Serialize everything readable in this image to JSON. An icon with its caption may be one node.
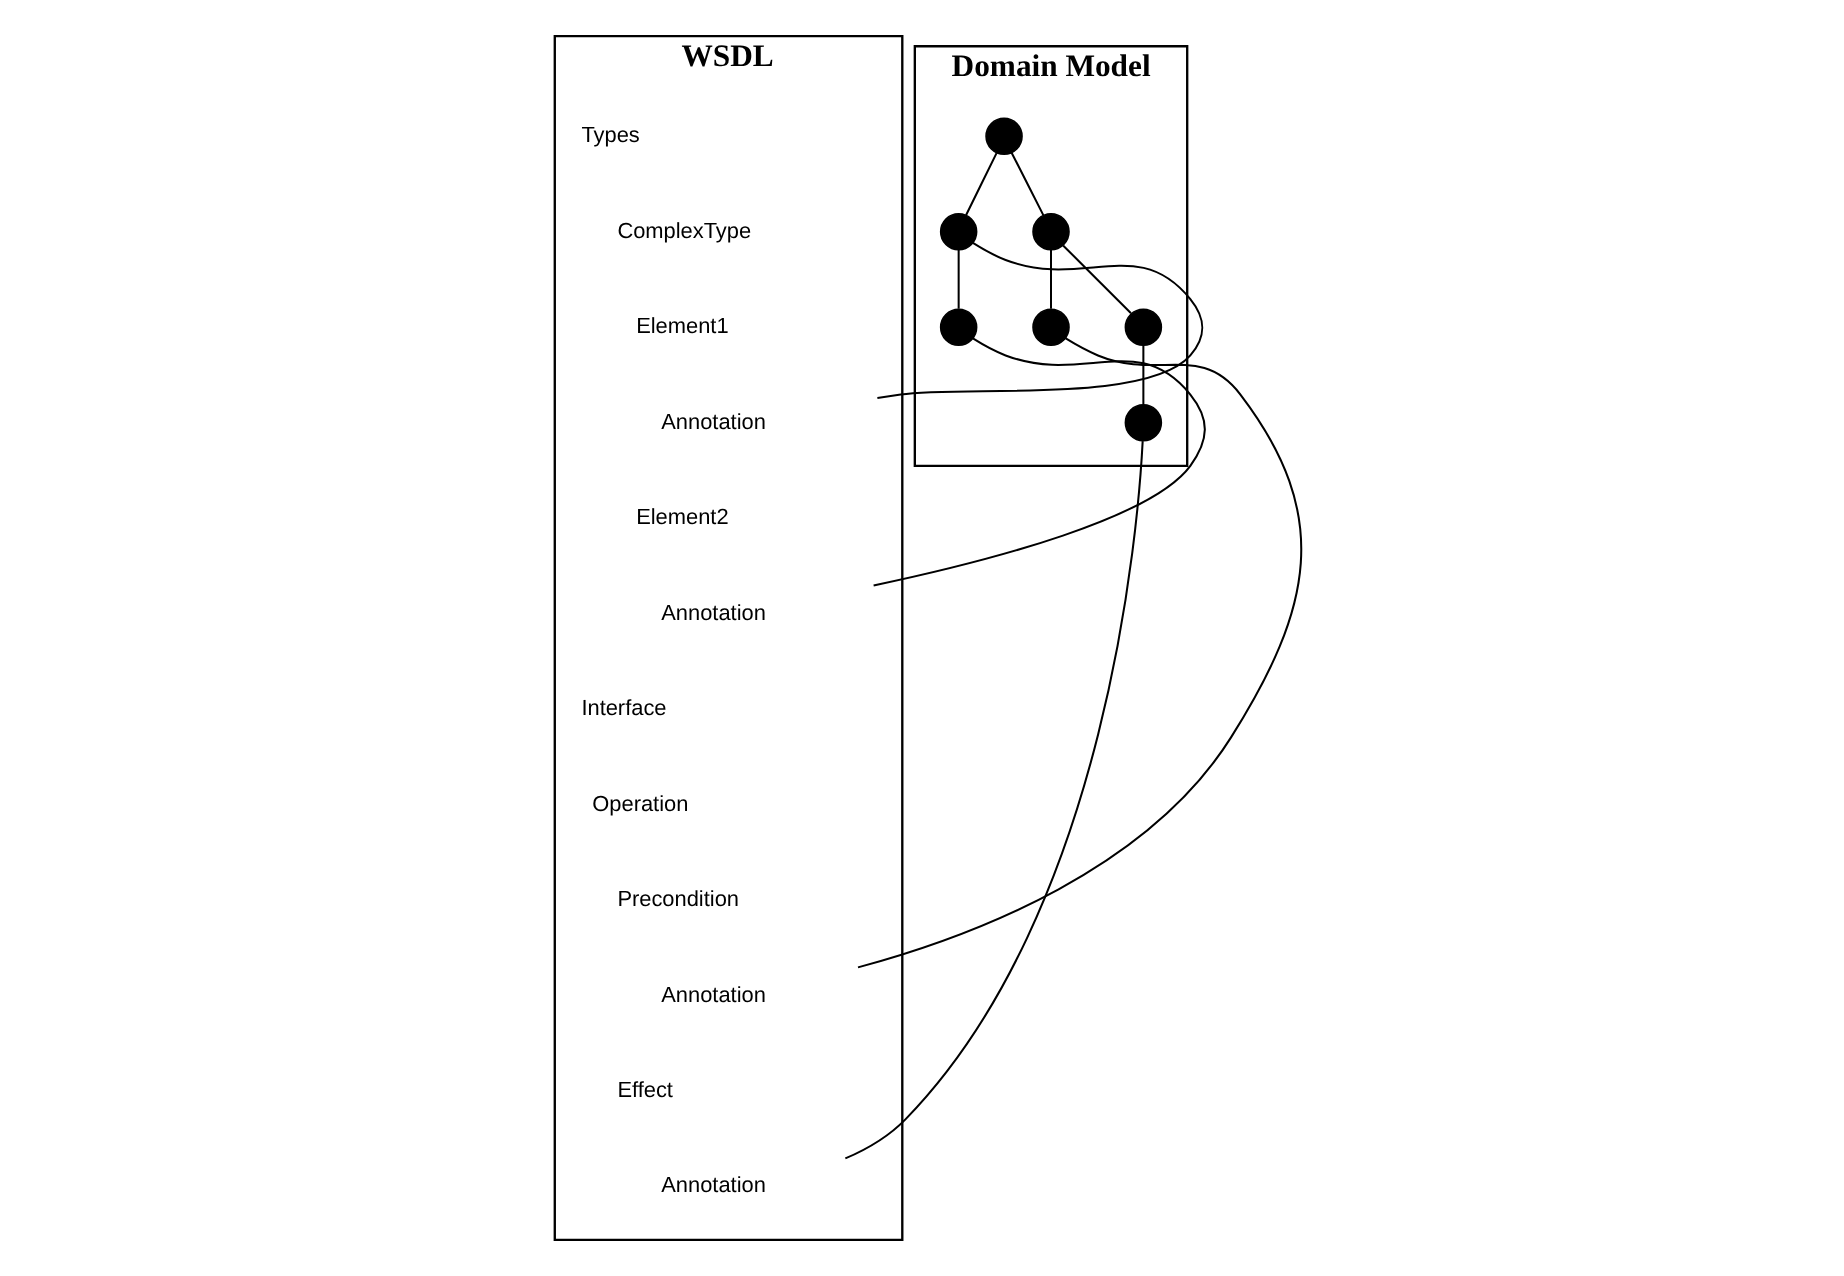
{
  "diagram": {
    "nodes": [
      {
        "text": [
          "WSDL"
        ]
      },
      {
        "text": [
          "Types"
        ],
        "in": 0
      },
      {
        "text": [
          "ComplexType"
        ],
        "in": 0
      },
      {
        "text": [
          "Element1"
        ],
        "in": 0
      },
      {
        "text": [
          "Annotation"
        ],
        "in": 0
      },
      {
        "text": [
          "Element2"
        ],
        "in": 0
      },
      {
        "text": [
          "Annotation"
        ],
        "in": 0
      },
      {
        "text": [
          "Interface"
        ],
        "in": 0
      },
      {
        "text": [
          "Operation"
        ],
        "in": 0
      },
      {
        "text": [
          "Precondition"
        ],
        "in": 0
      },
      {
        "text": [
          "Annotation"
        ],
        "in": 0
      },
      {
        "text": [
          "Effect"
        ],
        "in": 0
      },
      {
        "text": [
          "Annotation"
        ],
        "in": 0
      },
      {
        "text": [
          "Domain Model"
        ]
      },
      {
        "text": [],
        "shape": "circle",
        "in": 13
      },
      {
        "text": [],
        "shape": "circle",
        "in": 13
      },
      {
        "text": [],
        "shape": "circle",
        "in": 13
      },
      {
        "text": [],
        "shape": "circle",
        "in": 13
      },
      {
        "text": [],
        "shape": "circle",
        "in": 13
      },
      {
        "text": [],
        "shape": "circle",
        "in": 13
      },
      {
        "text": [],
        "shape": "circle",
        "in": 13
      }
    ],
    "edges": [
      {
        "from": 14,
        "to": 15,
        "arrow": "none"
      },
      {
        "from": 14,
        "to": 16,
        "arrow": "none"
      },
      {
        "from": 15,
        "to": 17,
        "arrow": "none"
      },
      {
        "from": 16,
        "to": 18,
        "arrow": "none"
      },
      {
        "from": 16,
        "to": 19,
        "arrow": "none"
      },
      {
        "from": 19,
        "to": 20,
        "arrow": "none"
      },
      {
        "from": 4,
        "to": 15,
        "arrow": "none"
      },
      {
        "from": 6,
        "to": 17,
        "arrow": "none"
      },
      {
        "from": 10,
        "to": 18,
        "arrow": "none"
      },
      {
        "from": 12,
        "to": 20,
        "arrow": "none"
      }
    ]
  }
}
